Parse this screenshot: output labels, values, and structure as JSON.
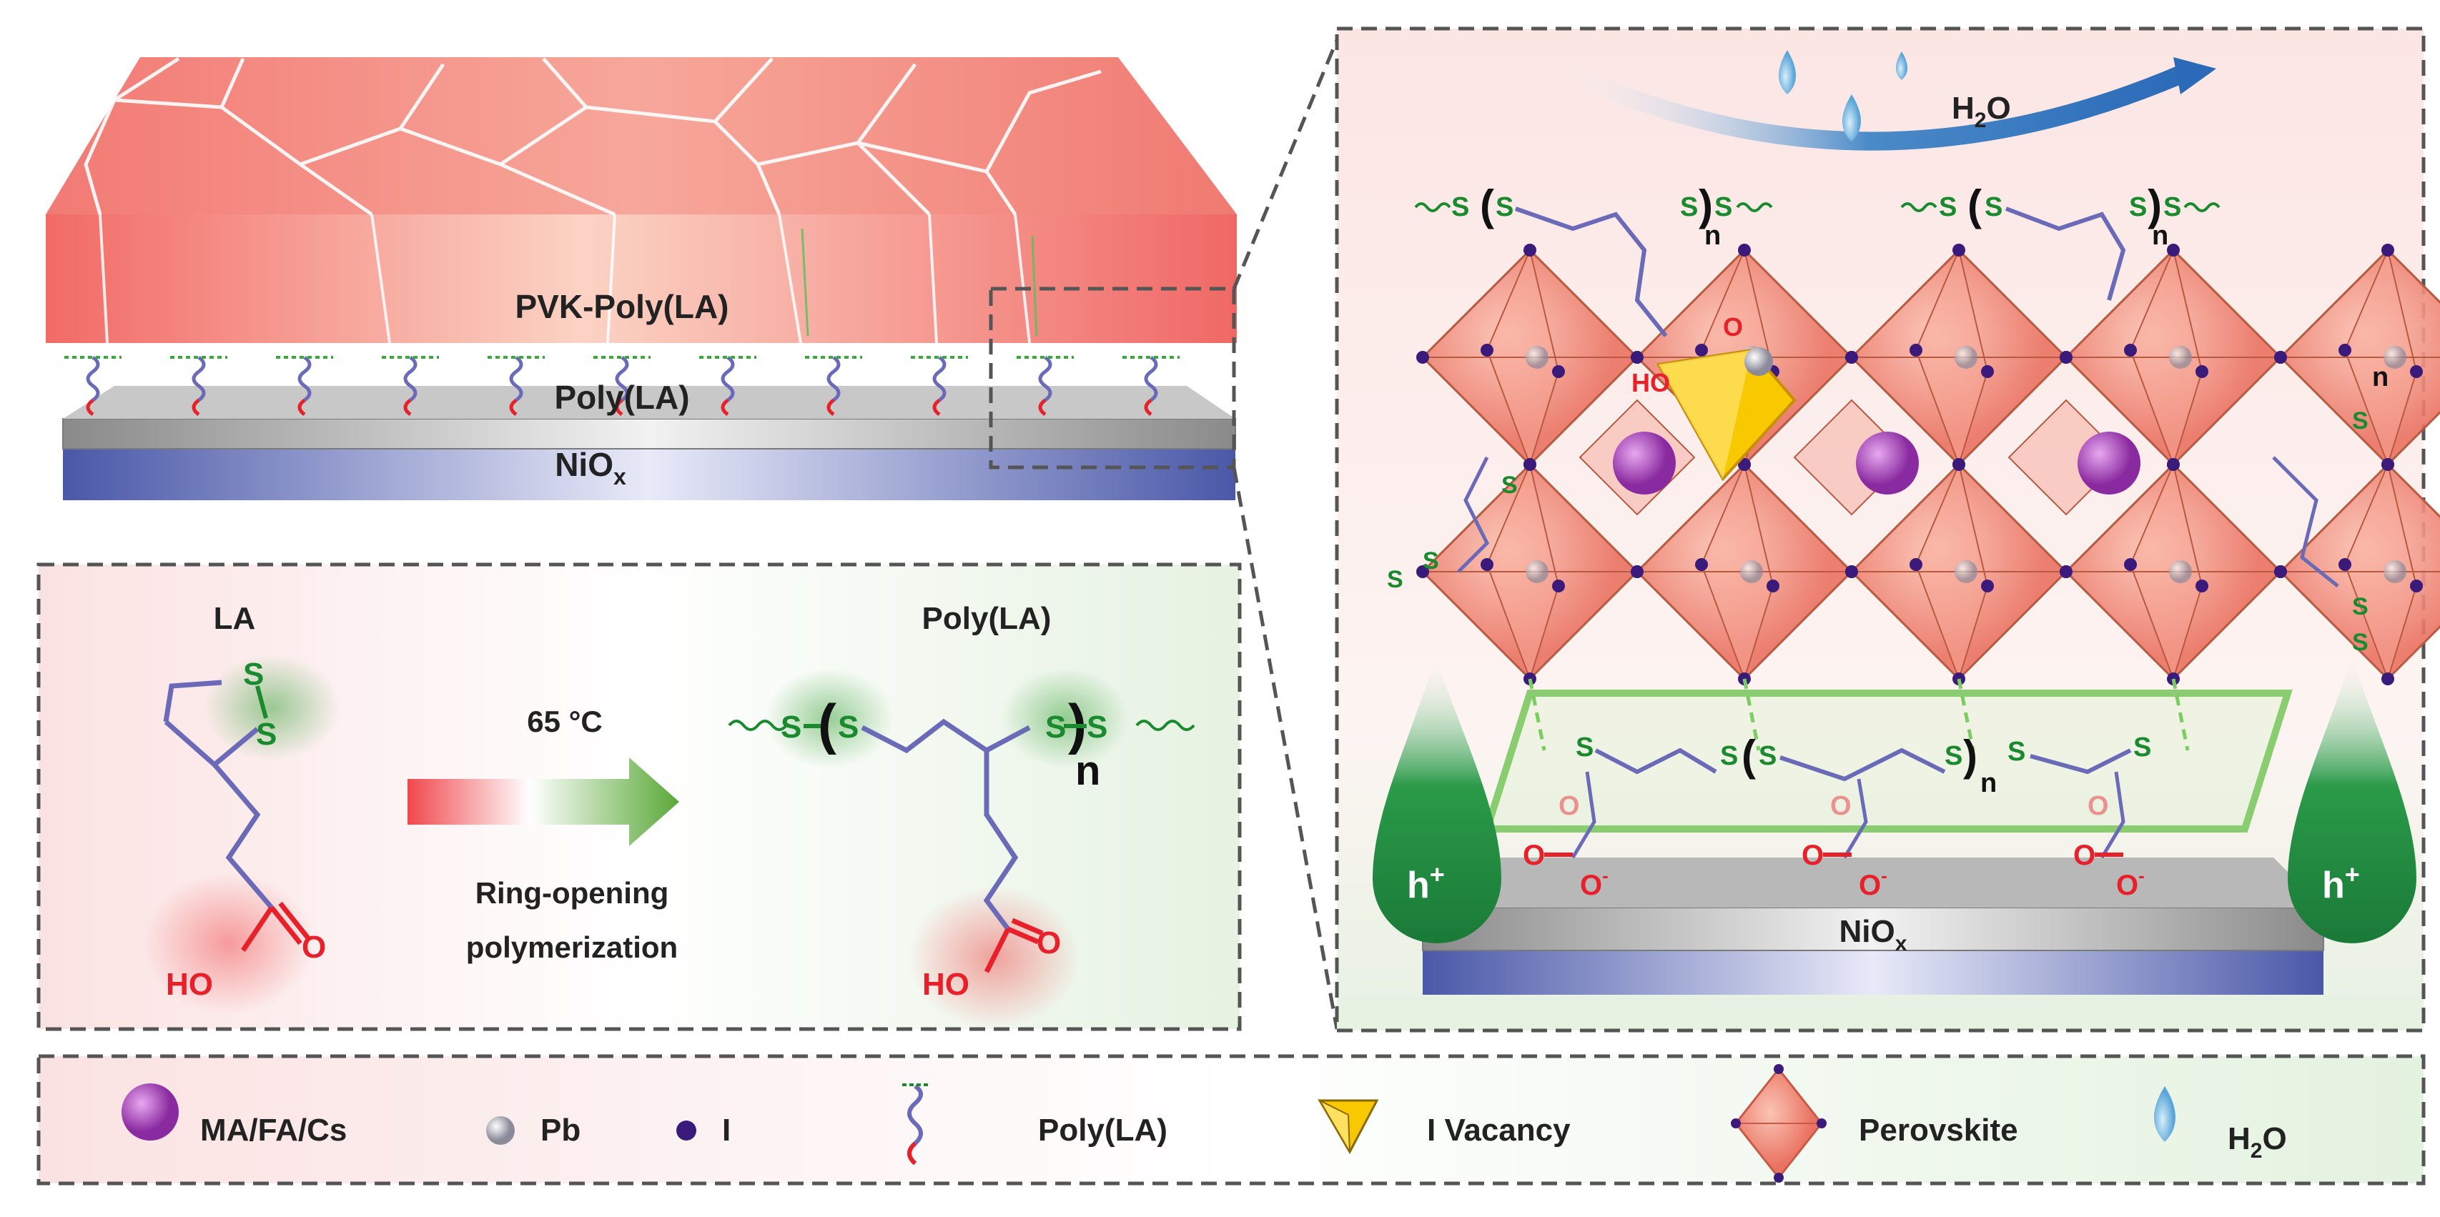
{
  "top_stack": {
    "pvk_label": "PVK-Poly(LA)",
    "poly_label": "Poly(LA)",
    "nio_label": "NiO",
    "nio_sub": "x"
  },
  "reaction": {
    "reactant_label": "LA",
    "condition_temp": "65 °C",
    "process_line1": "Ring-opening",
    "process_line2": "polymerization",
    "product_label": "Poly(LA)",
    "atom_s": "S",
    "ho": "HO",
    "o": "O",
    "n": "n"
  },
  "zoom": {
    "water_label": "H",
    "water_sub": "2",
    "water_tail": "O",
    "s": "S",
    "n": "n",
    "ho": "HO",
    "o": "O",
    "o_minus": "O",
    "minus": "-",
    "hole": "h",
    "plus": "+",
    "nio_label": "NiO",
    "nio_sub": "x"
  },
  "legend": {
    "items": [
      {
        "label": "MA/FA/Cs",
        "icon": "purple-sphere-icon"
      },
      {
        "label": "Pb",
        "icon": "white-sphere-icon"
      },
      {
        "label": "I",
        "icon": "dark-purple-dot-icon"
      },
      {
        "label": "Poly(LA)",
        "icon": "polymer-chain-icon"
      },
      {
        "label": "I Vacancy",
        "icon": "yellow-tetrahedron-icon"
      },
      {
        "label": "Perovskite",
        "icon": "octahedron-icon"
      },
      {
        "label": "H",
        "sub": "2",
        "tail": "O",
        "icon": "water-drop-icon"
      }
    ]
  },
  "colors": {
    "perovskite": "#f08a78",
    "sulfur": "#1a8a2e",
    "oxygen": "#e8202a",
    "chain": "#6a6ab8",
    "nio_gray": "#9a9a9a",
    "substrate_blue": "#5a6ab8"
  }
}
